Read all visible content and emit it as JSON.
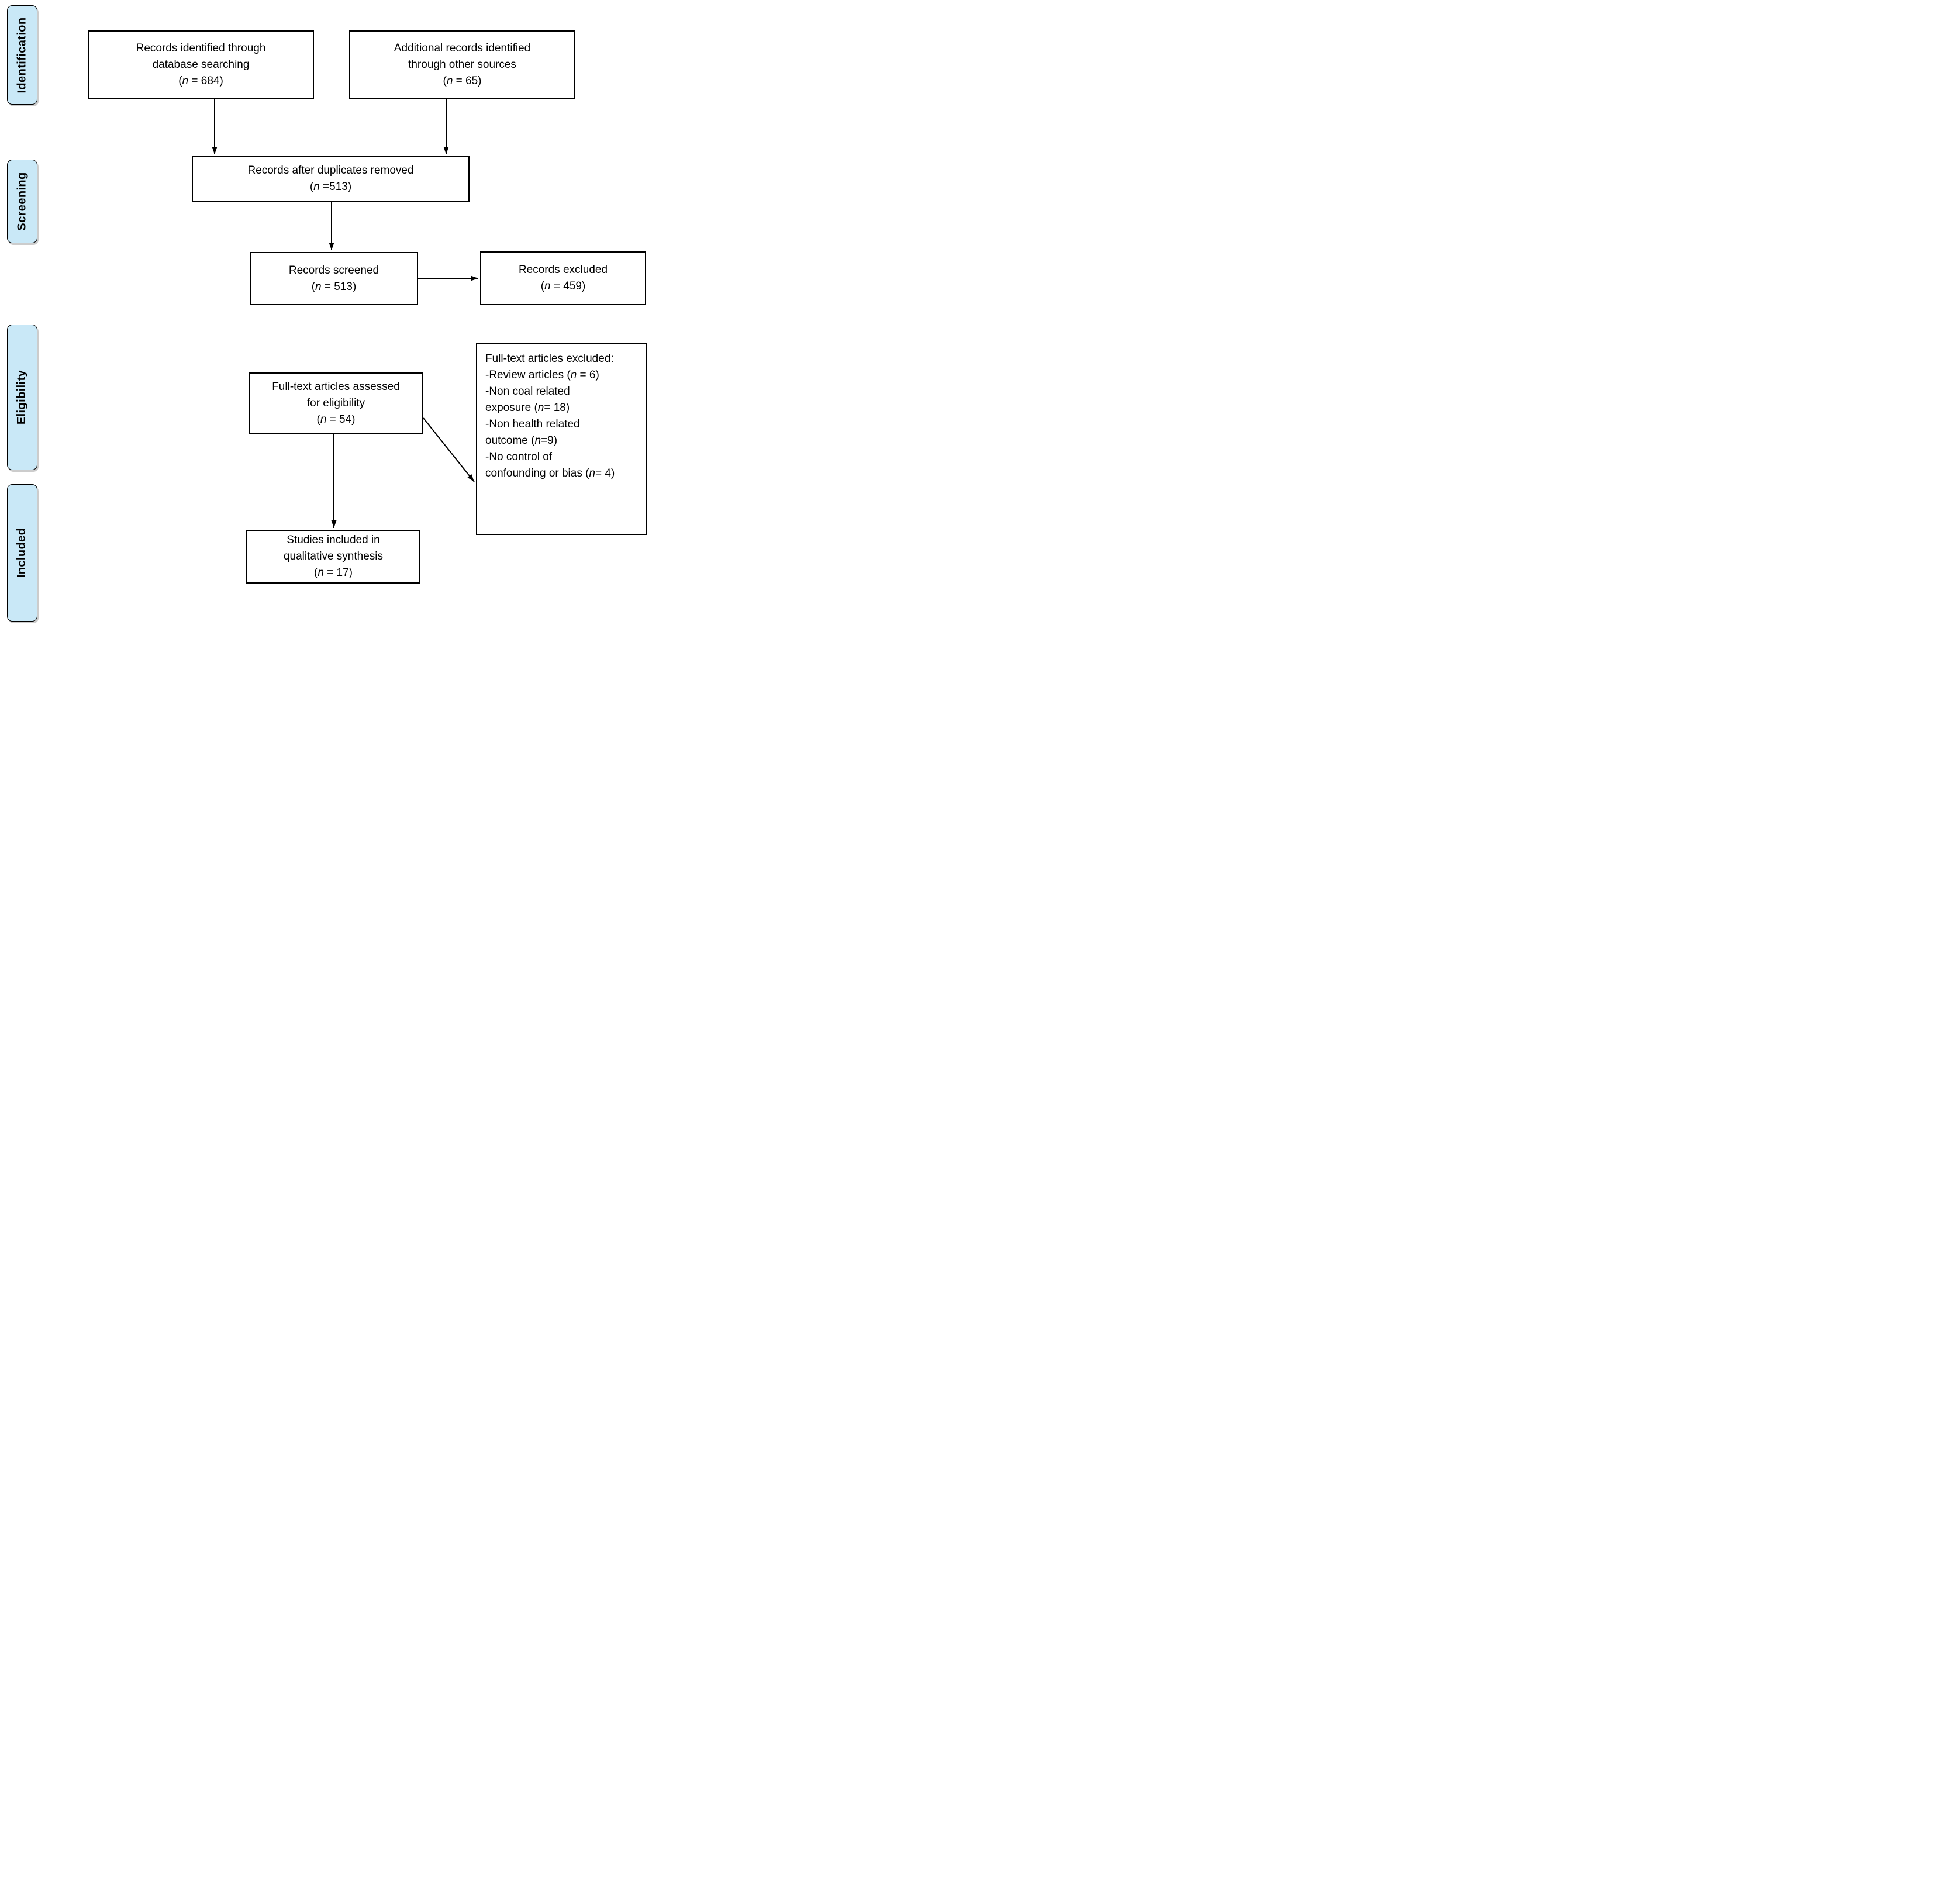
{
  "colors": {
    "background": "#ffffff",
    "stage_fill": "#c9e8f7",
    "stage_border": "#000000",
    "node_fill": "#ffffff",
    "node_border": "#000000",
    "arrow": "#000000",
    "text": "#000000"
  },
  "sidebar": {
    "stages": [
      {
        "id": "identification",
        "label": "Identification"
      },
      {
        "id": "screening",
        "label": "Screening"
      },
      {
        "id": "eligibility",
        "label": "Eligibility"
      },
      {
        "id": "included",
        "label": "Included"
      }
    ]
  },
  "nodes": {
    "records_identified": {
      "lines": [
        {
          "text": "Records identified through"
        },
        {
          "text": "database searching"
        },
        {
          "pre": "(",
          "it": "n",
          "post": " = 684)"
        }
      ]
    },
    "additional_records": {
      "lines": [
        {
          "text": "Additional records identified"
        },
        {
          "text": "through other sources"
        },
        {
          "pre": "(",
          "it": "n",
          "post": " = 65)"
        }
      ]
    },
    "duplicates_removed": {
      "lines": [
        {
          "text": "Records after duplicates removed"
        },
        {
          "pre": "(",
          "it": "n",
          "post": " =513)"
        }
      ]
    },
    "records_screened": {
      "lines": [
        {
          "text": "Records screened"
        },
        {
          "pre": "(",
          "it": "n",
          "post": " = 513)"
        }
      ]
    },
    "records_excluded": {
      "lines": [
        {
          "text": "Records excluded"
        },
        {
          "pre": "(",
          "it": "n",
          "post": " = 459)"
        }
      ]
    },
    "fulltext_assessed": {
      "lines": [
        {
          "text": "Full-text articles assessed"
        },
        {
          "text": "for eligibility"
        },
        {
          "pre": "(",
          "it": "n",
          "post": " = 54)"
        }
      ]
    },
    "fulltext_excluded": {
      "lines": [
        {
          "text": "Full-text articles excluded:"
        },
        {
          "pre": "-Review articles (",
          "it": "n",
          "post": " = 6)"
        },
        {
          "text": "-Non coal related"
        },
        {
          "pre": "exposure (",
          "it": "n",
          "post": "= 18)"
        },
        {
          "text": "-Non health related"
        },
        {
          "pre": "outcome (",
          "it": "n",
          "post": "=9)"
        },
        {
          "text": "-No control of"
        },
        {
          "pre": "confounding or bias (",
          "it": "n",
          "post": "= 4)"
        }
      ]
    },
    "studies_included": {
      "lines": [
        {
          "text": "Studies included in"
        },
        {
          "text": "qualitative synthesis"
        },
        {
          "pre": "(",
          "it": "n",
          "post": " = 17)"
        }
      ]
    }
  }
}
